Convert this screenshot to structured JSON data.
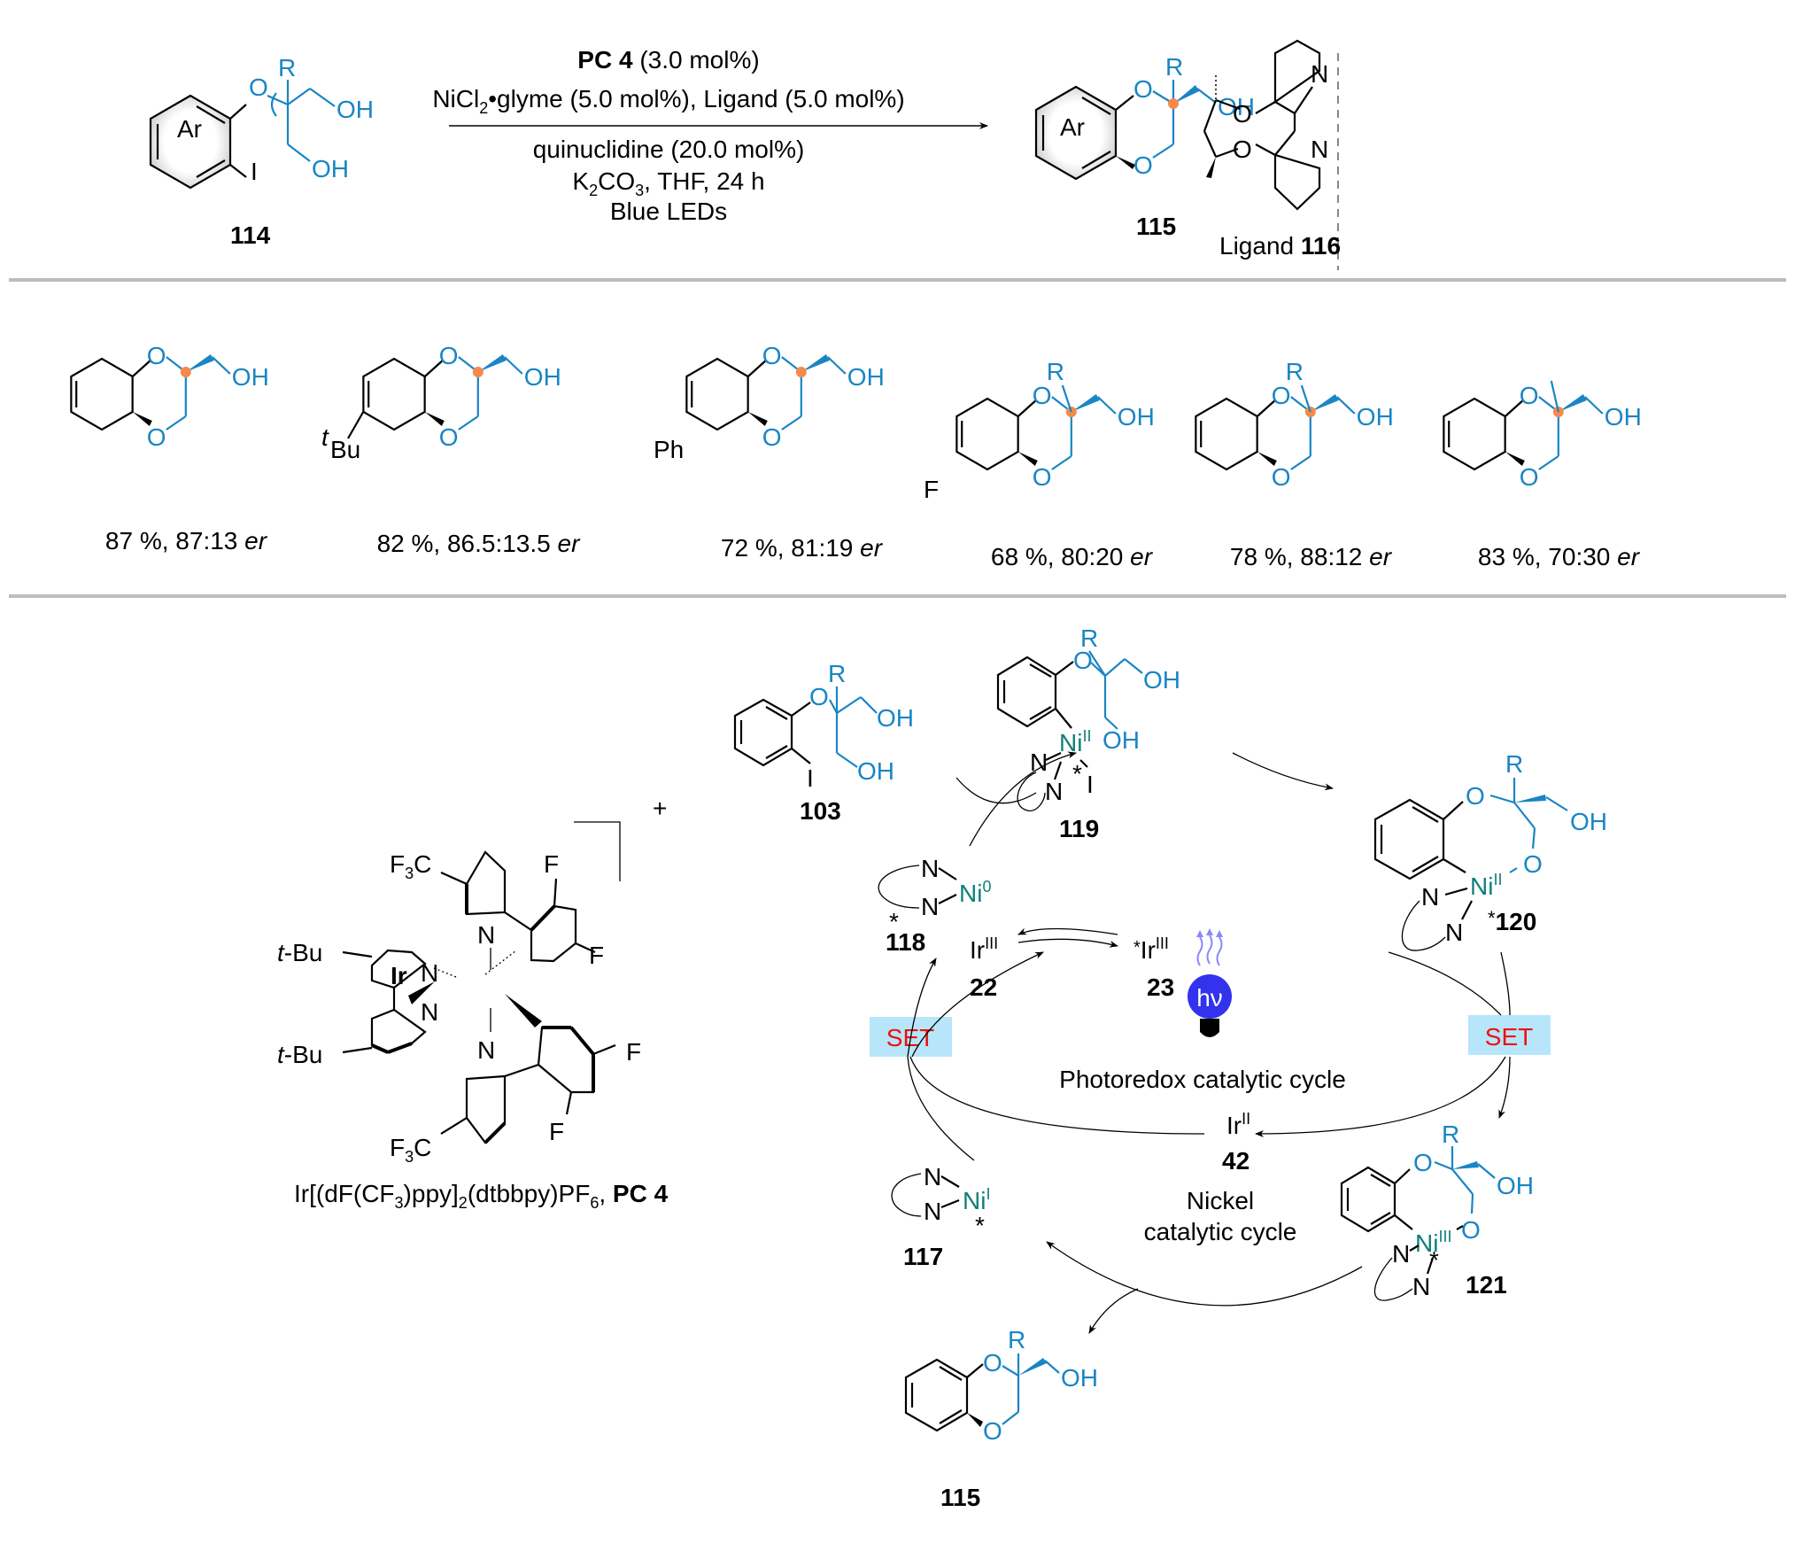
{
  "colors": {
    "substrate_blue": "#1a85c4",
    "stereocenter_orange": "#f58a4b",
    "nickel_teal": "#0f7f7a",
    "set_box_bg": "#b7e6fb",
    "set_text_red": "#ee1111",
    "light_bulb_blue": "#3333ee",
    "separator_gray": "#bdbdbd"
  },
  "reaction": {
    "starting_material": {
      "label": "114",
      "ar": "Ar",
      "r": "R",
      "o": "O",
      "oh1": "OH",
      "oh2": "OH",
      "iodo": "I"
    },
    "conditions": {
      "line1_bold": "PC 4",
      "line1_rest": " (3.0 mol%)",
      "line2_a": "NiCl",
      "line2_sub": "2",
      "line2_b": "•glyme (5.0 mol%), Ligand (5.0 mol%)",
      "line3": "quinuclidine (20.0 mol%)",
      "line4_a": "K",
      "line4_sub1": "2",
      "line4_b": "CO",
      "line4_sub2": "3",
      "line4_c": ", THF, 24 h",
      "line5": "Blue LEDs"
    },
    "product": {
      "label": "115",
      "ar": "Ar",
      "r": "R",
      "o1": "O",
      "o2": "O",
      "oh": "OH"
    },
    "ligand": {
      "prefix": "Ligand ",
      "number": "116",
      "n1": "N",
      "n2": "N",
      "o1": "O",
      "o2": "O"
    }
  },
  "scope": [
    {
      "yield_er": "87 %, 87:13 ",
      "er": "er",
      "substituent": ""
    },
    {
      "yield_er": "82 %, 86.5:13.5 ",
      "er": "er",
      "substituent_sup": "t",
      "substituent": "Bu"
    },
    {
      "yield_er": "72 %, 81:19 ",
      "er": "er",
      "substituent": "Ph"
    },
    {
      "yield_er": "68 %, 80:20 ",
      "er": "er",
      "substituent": "F",
      "r": "R"
    },
    {
      "yield_er": "78 %, 88:12 ",
      "er": "er",
      "r": "R"
    },
    {
      "yield_er": "83 %, 70:30 ",
      "er": "er"
    }
  ],
  "photocatalyst": {
    "charge": "+",
    "cf3_top": "F",
    "cf3_top_sub": "3",
    "cf3_top_c": "C",
    "cf3_bot": "F",
    "cf3_bot_sub": "3",
    "cf3_bot_c": "C",
    "tbu_top": "t",
    "tbu_top_rest": "-Bu",
    "tbu_bot": "t",
    "tbu_bot_rest": "-Bu",
    "ir": "Ir",
    "f_labels": [
      "F",
      "F",
      "F",
      "F"
    ],
    "n_labels": [
      "N",
      "N",
      "N",
      "N"
    ],
    "name_a": "Ir[(dF(CF",
    "name_sub1": "3",
    "name_b": ")ppy]",
    "name_sub2": "2",
    "name_c": "(dtbbpy)PF",
    "name_sub3": "6",
    "name_d": ",  ",
    "name_bold": "PC 4"
  },
  "mechanism": {
    "compound_103": {
      "label": "103",
      "r": "R",
      "o": "O",
      "oh1": "OH",
      "oh2": "OH",
      "iodo": "I"
    },
    "compound_119": {
      "label": "119",
      "ni": "Ni",
      "ox": "II",
      "star": "*",
      "iodo": "I",
      "n1": "N",
      "n2": "N",
      "r": "R",
      "o": "O",
      "oh1": "OH",
      "oh2": "OH"
    },
    "compound_120": {
      "label": "120",
      "star": "*",
      "ni": "Ni",
      "ox": "II",
      "n1": "N",
      "n2": "N",
      "r": "R",
      "o1": "O",
      "o2": "O",
      "oh": "OH"
    },
    "compound_118": {
      "label": "118",
      "ni": "Ni",
      "ox": "0",
      "star": "*",
      "n1": "N",
      "n2": "N"
    },
    "compound_117": {
      "label": "117",
      "ni": "Ni",
      "ox": "I",
      "star": "*",
      "n1": "N",
      "n2": "N"
    },
    "compound_121": {
      "label": "121",
      "ni": "Ni",
      "ox": "III",
      "star": "*",
      "n1": "N",
      "n2": "N",
      "r": "R",
      "o1": "O",
      "o2": "O",
      "oh": "OH"
    },
    "compound_115": {
      "label": "115",
      "r": "R",
      "o1": "O",
      "o2": "O",
      "oh": "OH"
    },
    "ir22": {
      "ir": "Ir",
      "ox": "III",
      "label": "22"
    },
    "ir23": {
      "star": "*",
      "ir": "Ir",
      "ox": "III",
      "label": "23"
    },
    "ir42": {
      "ir": "Ir",
      "ox": "II",
      "label": "42"
    },
    "hv": "hν",
    "set_left": "SET",
    "set_right": "SET",
    "photoredox_label": "Photoredox catalytic cycle",
    "nickel_label_1": "Nickel",
    "nickel_label_2": "catalytic cycle"
  }
}
